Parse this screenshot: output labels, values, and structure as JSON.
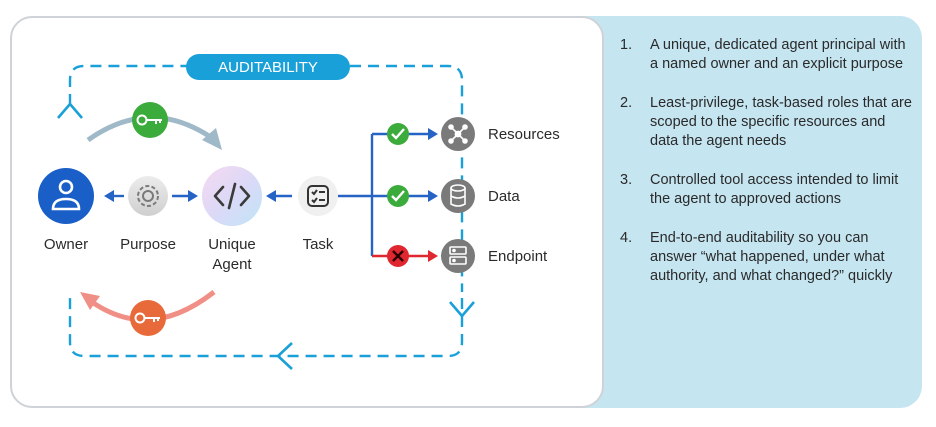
{
  "banner": "AUDITABILITY",
  "nodes": {
    "owner": "Owner",
    "purpose": "Purpose",
    "agent_line1": "Unique",
    "agent_line2": "Agent",
    "task": "Task",
    "resources": "Resources",
    "data": "Data",
    "endpoint": "Endpoint"
  },
  "steps": [
    {
      "num": "1.",
      "text": "A unique, dedicated agent principal with a named owner and an explicit purpose"
    },
    {
      "num": "2.",
      "text": "Least-privilege, task-based roles that are scoped to the specific resources and data the agent needs"
    },
    {
      "num": "3.",
      "text": "Controlled tool access intended to limit the agent to approved actions"
    },
    {
      "num": "4.",
      "text": "End-to-end auditability so you can answer “what happened, under what authority, and what changed?” quickly"
    }
  ],
  "colors": {
    "blue": "#2563c4",
    "dash": "#1aa0d8",
    "green": "#3bab3c",
    "red": "#e0262e",
    "orange": "#e86a3a",
    "panel": "#c5e5f1"
  },
  "icons": [
    "person-icon",
    "gear-icon",
    "code-icon",
    "checklist-icon",
    "key-icon",
    "check-icon",
    "x-icon",
    "network-icon",
    "database-icon",
    "server-icon"
  ]
}
